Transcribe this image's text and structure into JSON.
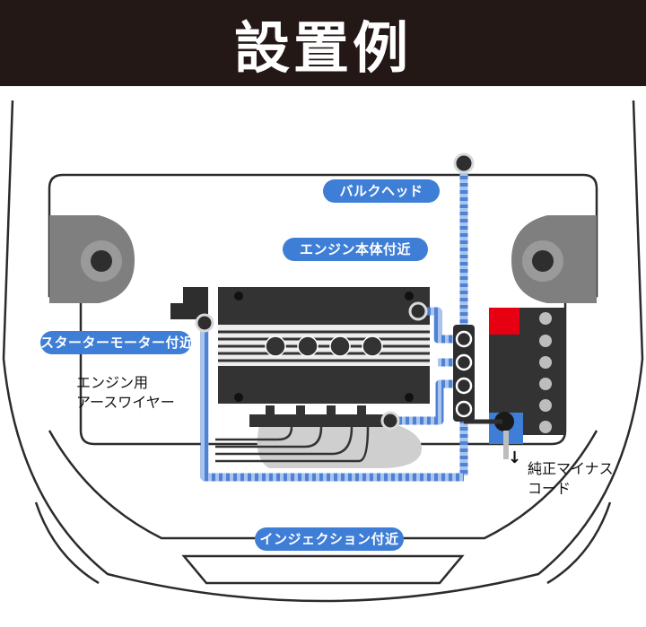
{
  "header": {
    "title": "設置例"
  },
  "locations": {
    "bulkhead": "バルクヘッド",
    "engine_body": "エンジン本体付近",
    "starter_motor": "スターターモーター付近",
    "injection": "インジェクション付近"
  },
  "labels": {
    "engine_ground_line1": "エンジン用",
    "engine_ground_line2": "アースワイヤー",
    "negative_cord_line1": "純正マイナス",
    "negative_cord_line2": "コード",
    "down_arrow": "↓"
  },
  "colors": {
    "header_bg": "#231816",
    "pill_blue": "#3f7ed6",
    "wire_blue": "#4f82d3",
    "battery_red": "#e60012",
    "engine_dark": "#333333"
  }
}
